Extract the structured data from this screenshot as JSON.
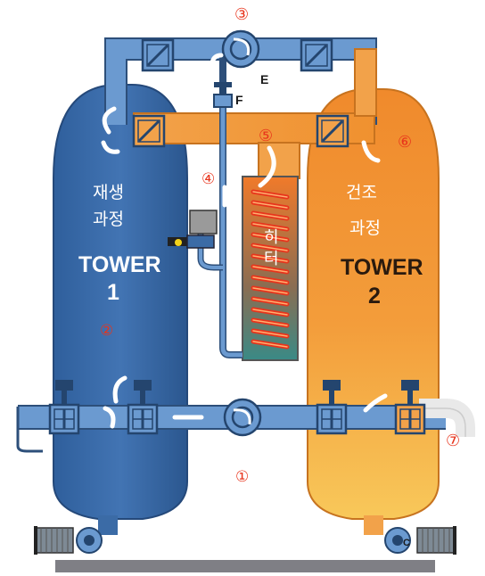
{
  "labels": {
    "n1": "①",
    "n2": "②",
    "n3": "③",
    "n4": "④",
    "n5": "⑤",
    "n6": "⑥",
    "n7": "⑦",
    "regen_line1": "재생",
    "regen_line2": "과정",
    "dry_line1": "건조",
    "dry_line2": "과정",
    "tower1_word": "TOWER",
    "tower1_num": "1",
    "tower2_word": "TOWER",
    "tower2_num": "2",
    "heater_char1": "히",
    "heater_char2": "터",
    "letter_e": "E",
    "letter_f": "F",
    "letter_c": "C"
  },
  "colors": {
    "tower1": "#3a6ba8",
    "tower2": "#f0922e",
    "pipe_blue": "#6b9ad0",
    "pipe_orange": "#f2a24a",
    "heater_coil": "#e8341c",
    "number_red": "#e8341c",
    "base_bar": "#7f7f85"
  },
  "icons": [
    "butterfly-valve-icon",
    "flow-arrow-icon",
    "fan-blower-icon",
    "solenoid-valve-icon",
    "muffler-icon",
    "drain-valve-icon"
  ]
}
